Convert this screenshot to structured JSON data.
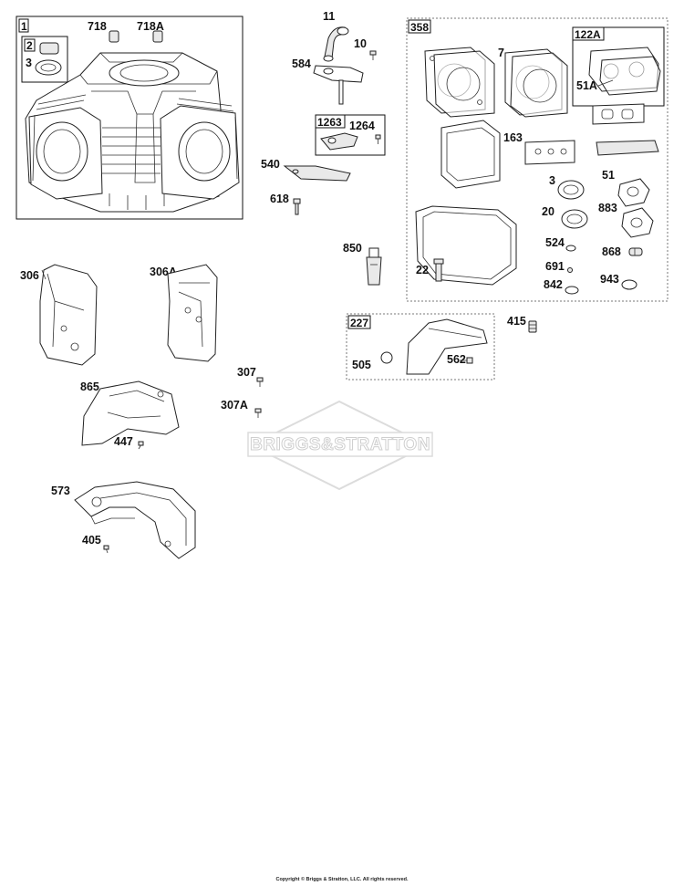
{
  "labels": {
    "l1": "1",
    "l718": "718",
    "l718A": "718A",
    "l2": "2",
    "l3a": "3",
    "l11": "11",
    "l10": "10",
    "l584": "584",
    "l1263": "1263",
    "l1264": "1264",
    "l540": "540",
    "l618": "618",
    "l850": "850",
    "l358": "358",
    "l7": "7",
    "l122A": "122A",
    "l51A": "51A",
    "l163": "163",
    "l3b": "3",
    "l51": "51",
    "l20": "20",
    "l883": "883",
    "l524": "524",
    "l868": "868",
    "l22": "22",
    "l691": "691",
    "l943": "943",
    "l842": "842",
    "l306": "306",
    "l306A": "306A",
    "l307": "307",
    "l307A": "307A",
    "l865": "865",
    "l447": "447",
    "l227": "227",
    "l505": "505",
    "l562": "562",
    "l415": "415",
    "l573": "573",
    "l405": "405"
  },
  "watermark": "BRIGGS&STRATTON",
  "copyright": "Copyright © Briggs & Stratton, LLC. All rights reserved."
}
